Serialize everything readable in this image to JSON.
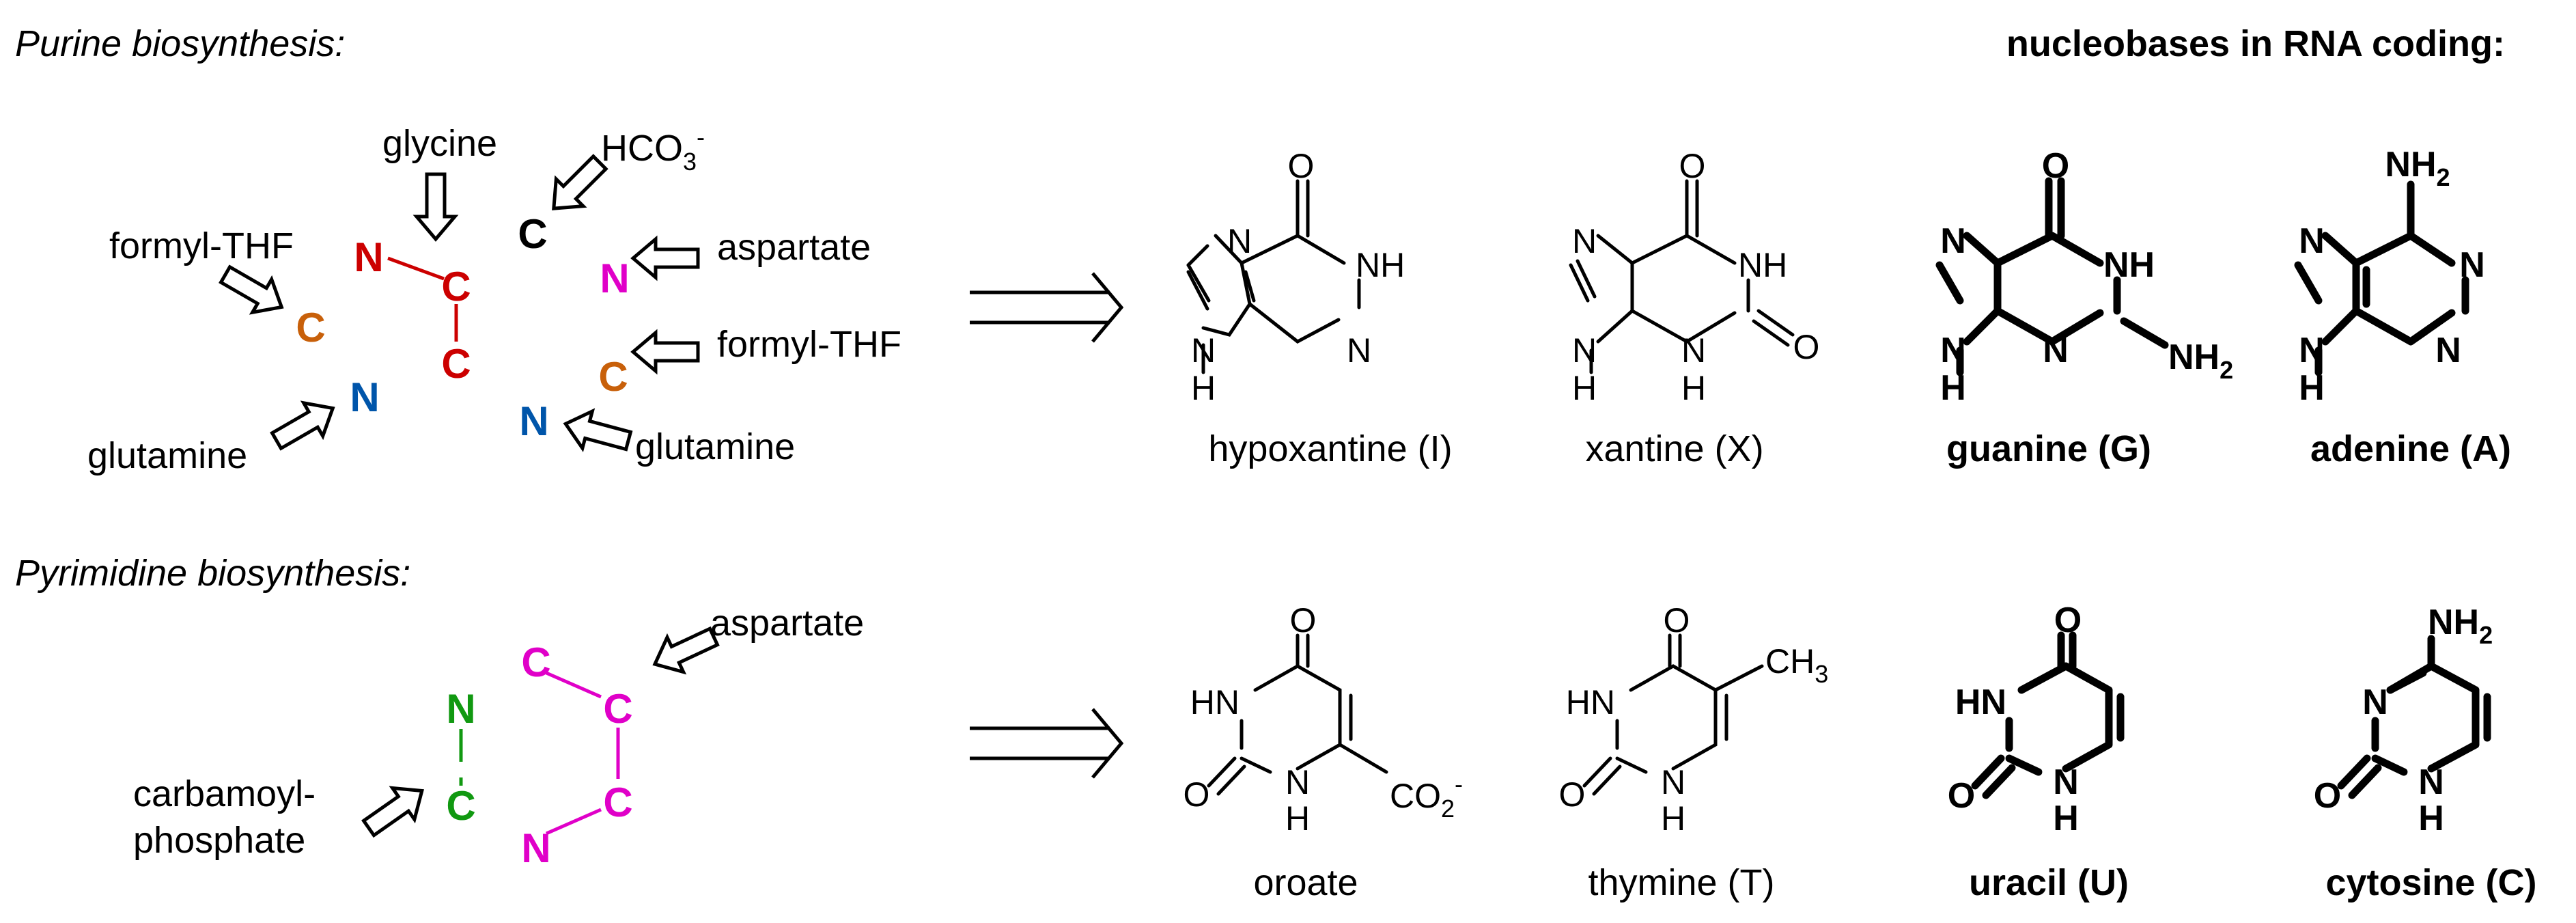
{
  "purine": {
    "title": "Purine biosynthesis:",
    "sources": {
      "glycine": "glycine",
      "bicarbonate": "HCO",
      "bicarbonate_sub": "3",
      "bicarbonate_sup": "-",
      "aspartate": "aspartate",
      "formyl_thf_left": "formyl-THF",
      "formyl_thf_right": "formyl-THF",
      "glutamine_left": "glutamine",
      "glutamine_right": "glutamine"
    },
    "atoms": {
      "N": "N",
      "C": "C"
    },
    "compounds": [
      {
        "name": "hypoxantine (I)",
        "bold": false
      },
      {
        "name": "xantine (X)",
        "bold": false
      },
      {
        "name": "guanine (G)",
        "bold": true
      },
      {
        "name": "adenine (A)",
        "bold": true
      }
    ]
  },
  "pyrimidine": {
    "title": "Pyrimidine biosynthesis:",
    "sources": {
      "aspartate": "aspartate",
      "carbamoyl_line1": "carbamoyl-",
      "carbamoyl_line2": "phosphate"
    },
    "compounds": [
      {
        "name": "oroate",
        "bold": false
      },
      {
        "name": "thymine (T)",
        "bold": false
      },
      {
        "name": "uracil (U)",
        "bold": true
      },
      {
        "name": "cytosine (C)",
        "bold": true
      }
    ]
  },
  "rna_heading": "nucleobases in RNA coding:",
  "labels": {
    "O": "O",
    "N": "N",
    "NH": "NH",
    "HN": "HN",
    "H": "H",
    "NH2": "NH",
    "NH2_sub": "2",
    "CH3": "CH",
    "CH3_sub": "3",
    "CO2": "CO",
    "CO2_sub": "2",
    "CO2_sup": "-"
  },
  "colors": {
    "red": "#cc0000",
    "blue": "#0055aa",
    "orange": "#c8600a",
    "magenta": "#e000c8",
    "green": "#119911",
    "black": "#000000"
  }
}
